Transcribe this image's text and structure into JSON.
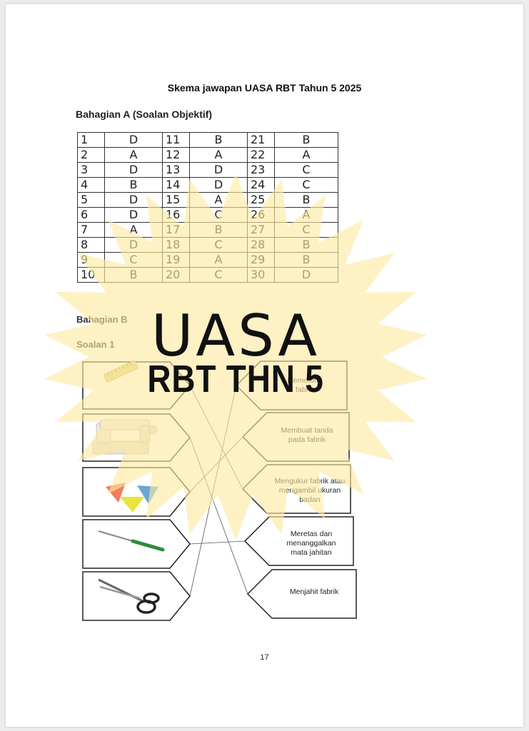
{
  "document": {
    "title": "Skema jawapan UASA RBT Tahun 5 2025",
    "section_a_heading": "Bahagian A (Soalan Objektif)",
    "section_b_heading": "Bahagian B",
    "question_label": "Soalan 1",
    "page_number": "17"
  },
  "answers": [
    {
      "n1": "1",
      "a1": "D",
      "n2": "11",
      "a2": "B",
      "n3": "21",
      "a3": "B"
    },
    {
      "n1": "2",
      "a1": "A",
      "n2": "12",
      "a2": "A",
      "n3": "22",
      "a3": "A"
    },
    {
      "n1": "3",
      "a1": "D",
      "n2": "13",
      "a2": "D",
      "n3": "23",
      "a3": "C"
    },
    {
      "n1": "4",
      "a1": "B",
      "n2": "14",
      "a2": "D",
      "n3": "24",
      "a3": "C"
    },
    {
      "n1": "5",
      "a1": "D",
      "n2": "15",
      "a2": "A",
      "n3": "25",
      "a3": "B"
    },
    {
      "n1": "6",
      "a1": "D",
      "n2": "16",
      "a2": "C",
      "n3": "26",
      "a3": "A"
    },
    {
      "n1": "7",
      "a1": "A",
      "n2": "17",
      "a2": "B",
      "n3": "27",
      "a3": "C"
    },
    {
      "n1": "8",
      "a1": "D",
      "n2": "18",
      "a2": "C",
      "n3": "28",
      "a3": "B"
    },
    {
      "n1": "9",
      "a1": "C",
      "n2": "19",
      "a2": "A",
      "n3": "29",
      "a3": "B"
    },
    {
      "n1": "10",
      "a1": "B",
      "n2": "20",
      "a2": "C",
      "n3": "30",
      "a3": "D"
    }
  ],
  "matching": {
    "tools": [
      {
        "icon": "measuring-tape-icon"
      },
      {
        "icon": "sewing-machine-icon"
      },
      {
        "icon": "tailor-chalk-icon"
      },
      {
        "icon": "seam-ripper-icon"
      },
      {
        "icon": "scissors-icon"
      }
    ],
    "descriptions": [
      {
        "lines": [
          "Memotong",
          "fabrik"
        ]
      },
      {
        "lines": [
          "Membuat tanda",
          "pada fabrik"
        ]
      },
      {
        "lines": [
          "Mengukur fabrik atau",
          "mengambil ukuran",
          "badan"
        ]
      },
      {
        "lines": [
          "Meretas dan",
          "menanggalkan",
          "mata jahitan"
        ]
      },
      {
        "lines": [
          "Menjahit fabrik"
        ]
      }
    ]
  },
  "watermark": {
    "line1": "UASA",
    "line2": "RBT THN 5",
    "color": "#fde9a0"
  }
}
